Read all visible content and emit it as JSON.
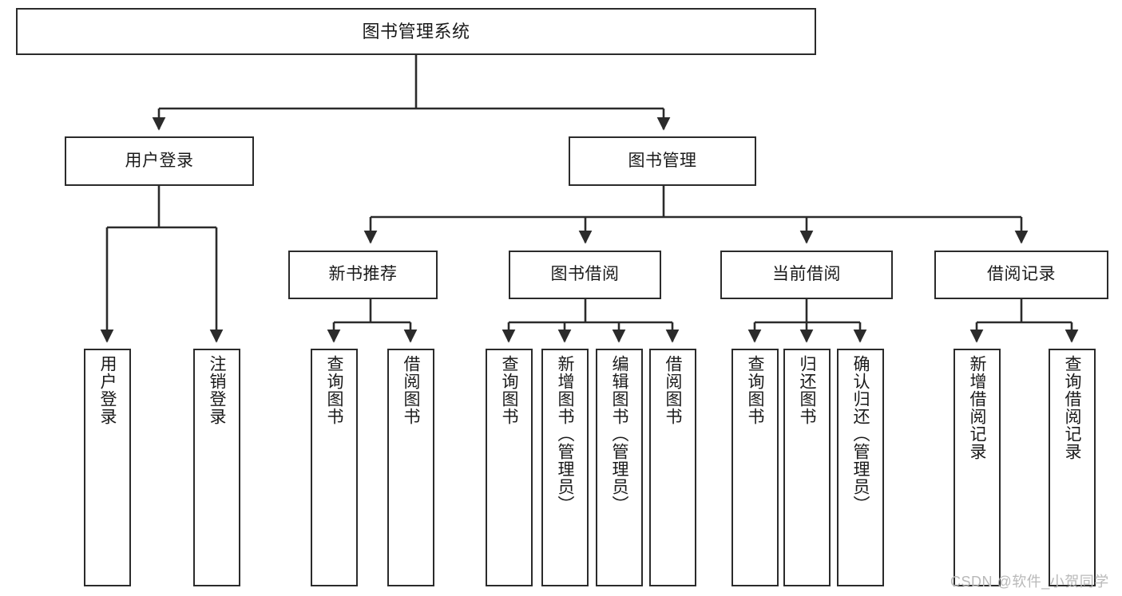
{
  "diagram": {
    "title": "图书管理系统",
    "type": "functional-structure-tree",
    "watermark": "CSDN @软件_小贺同学",
    "colors": {
      "stroke": "#2b2b2b",
      "fill": "#ffffff",
      "text": "#1a1a1a",
      "watermark": "#b9b9b9"
    },
    "nodes": {
      "root": {
        "label": "图书管理系统"
      },
      "level1": [
        {
          "id": "user-login",
          "label": "用户登录"
        },
        {
          "id": "book-manage",
          "label": "图书管理"
        }
      ],
      "level2": [
        {
          "id": "new-book-recommend",
          "label": "新书推荐"
        },
        {
          "id": "book-borrow",
          "label": "图书借阅"
        },
        {
          "id": "current-borrow",
          "label": "当前借阅"
        },
        {
          "id": "borrow-record",
          "label": "借阅记录"
        }
      ],
      "leaves": {
        "user-login": [
          {
            "id": "leaf-user-login",
            "label": "用户登录"
          },
          {
            "id": "leaf-logout",
            "label": "注销登录"
          }
        ],
        "new-book-recommend": [
          {
            "id": "leaf-query-book-1",
            "label": "查询图书"
          },
          {
            "id": "leaf-borrow-book-1",
            "label": "借阅图书"
          }
        ],
        "book-borrow": [
          {
            "id": "leaf-query-book-2",
            "label": "查询图书"
          },
          {
            "id": "leaf-add-book",
            "label": "新增图书（管理员）"
          },
          {
            "id": "leaf-edit-book",
            "label": "编辑图书（管理员）"
          },
          {
            "id": "leaf-borrow-book-2",
            "label": "借阅图书"
          }
        ],
        "current-borrow": [
          {
            "id": "leaf-query-book-3",
            "label": "查询图书"
          },
          {
            "id": "leaf-return-book",
            "label": "归还图书"
          },
          {
            "id": "leaf-confirm-return",
            "label": "确认归还（管理员）"
          }
        ],
        "borrow-record": [
          {
            "id": "leaf-add-record",
            "label": "新增借阅记录"
          },
          {
            "id": "leaf-query-record",
            "label": "查询借阅记录"
          }
        ]
      }
    }
  }
}
